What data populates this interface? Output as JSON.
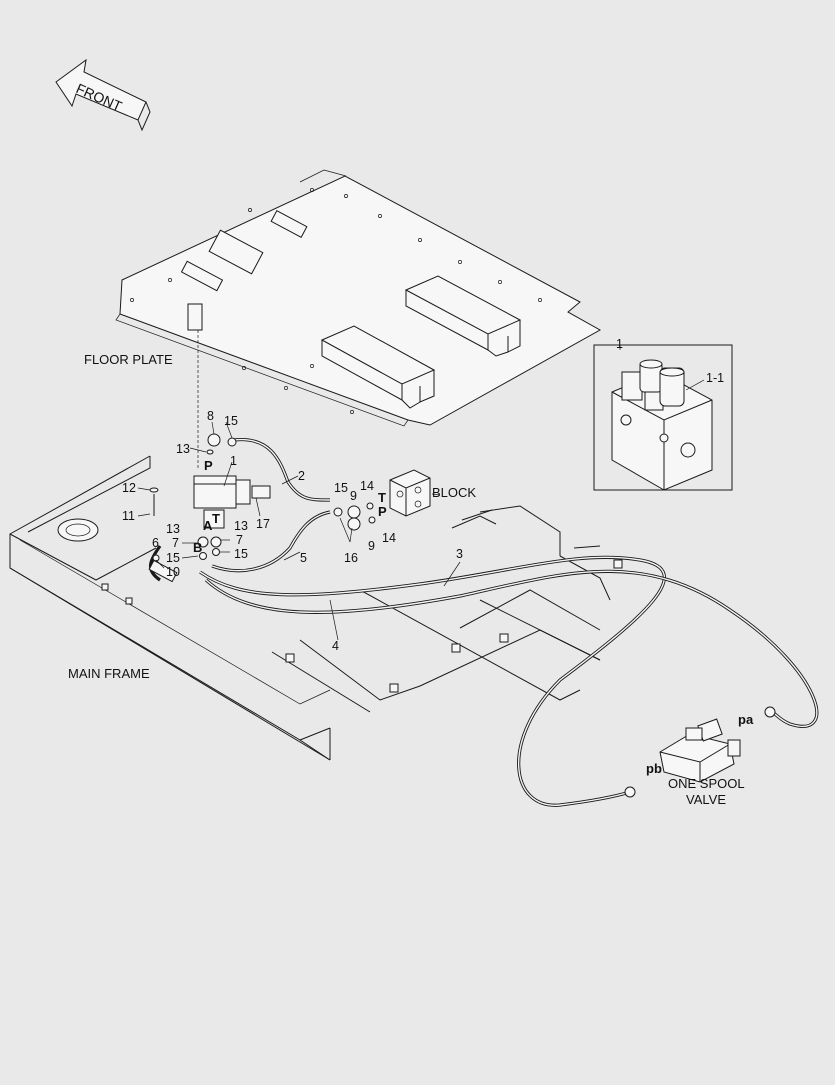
{
  "direction_indicator": {
    "text": "FRONT",
    "icon": "front-arrow-icon"
  },
  "assembly_labels": {
    "floor_plate": "FLOOR PLATE",
    "main_frame": "MAIN FRAME",
    "block": "BLOCK",
    "one_spool_valve_line1": "ONE SPOOL",
    "one_spool_valve_line2": "VALVE"
  },
  "port_labels": {
    "P_top": "P",
    "A": "A",
    "B": "B",
    "T_main": "T",
    "T_block": "T",
    "P_block": "P",
    "pa": "pa",
    "pb": "pb"
  },
  "callouts": {
    "c1_inset": "1",
    "c1_1": "1-1",
    "c1": "1",
    "c2": "2",
    "c3": "3",
    "c4": "4",
    "c5": "5",
    "c6": "6",
    "c7_left": "7",
    "c7_right": "7",
    "c8": "8",
    "c9_top": "9",
    "c9_bottom": "9",
    "c10": "10",
    "c11": "11",
    "c12": "12",
    "c13_top": "13",
    "c13_mid_left": "13",
    "c13_mid_right": "13",
    "c14_top": "14",
    "c14_bottom": "14",
    "c15_top": "15",
    "c15_block": "15",
    "c15_left": "15",
    "c15_right": "15",
    "c16": "16",
    "c17": "17"
  }
}
